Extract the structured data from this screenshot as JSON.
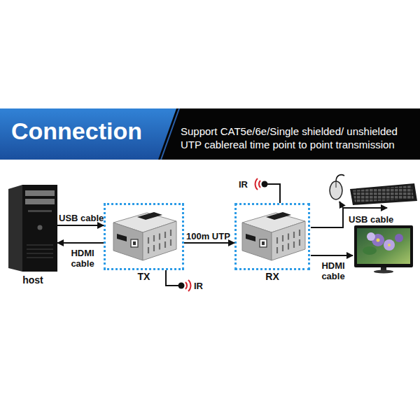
{
  "diagram": {
    "title": "Connection",
    "nodes": [
      {
        "text": [
          "host"
        ]
      },
      {
        "text": [
          "TX"
        ]
      },
      {
        "text": [
          "RX"
        ]
      }
    ],
    "edges": [
      {
        "from": 0,
        "to": 1,
        "label": "USB cable",
        "arrow": "to"
      },
      {
        "from": 1,
        "to": 0,
        "label": "HDMI cable",
        "arrow": "to"
      },
      {
        "from": 1,
        "to": 2,
        "label": "100m UTP",
        "arrow": "to"
      }
    ],
    "labels": [
      "Support CAT5e/6e/Single shielded/ unshielded UTP cablereal time point to point transmission",
      "IR",
      "IR",
      "USB cable",
      "HDMI cable"
    ]
  }
}
